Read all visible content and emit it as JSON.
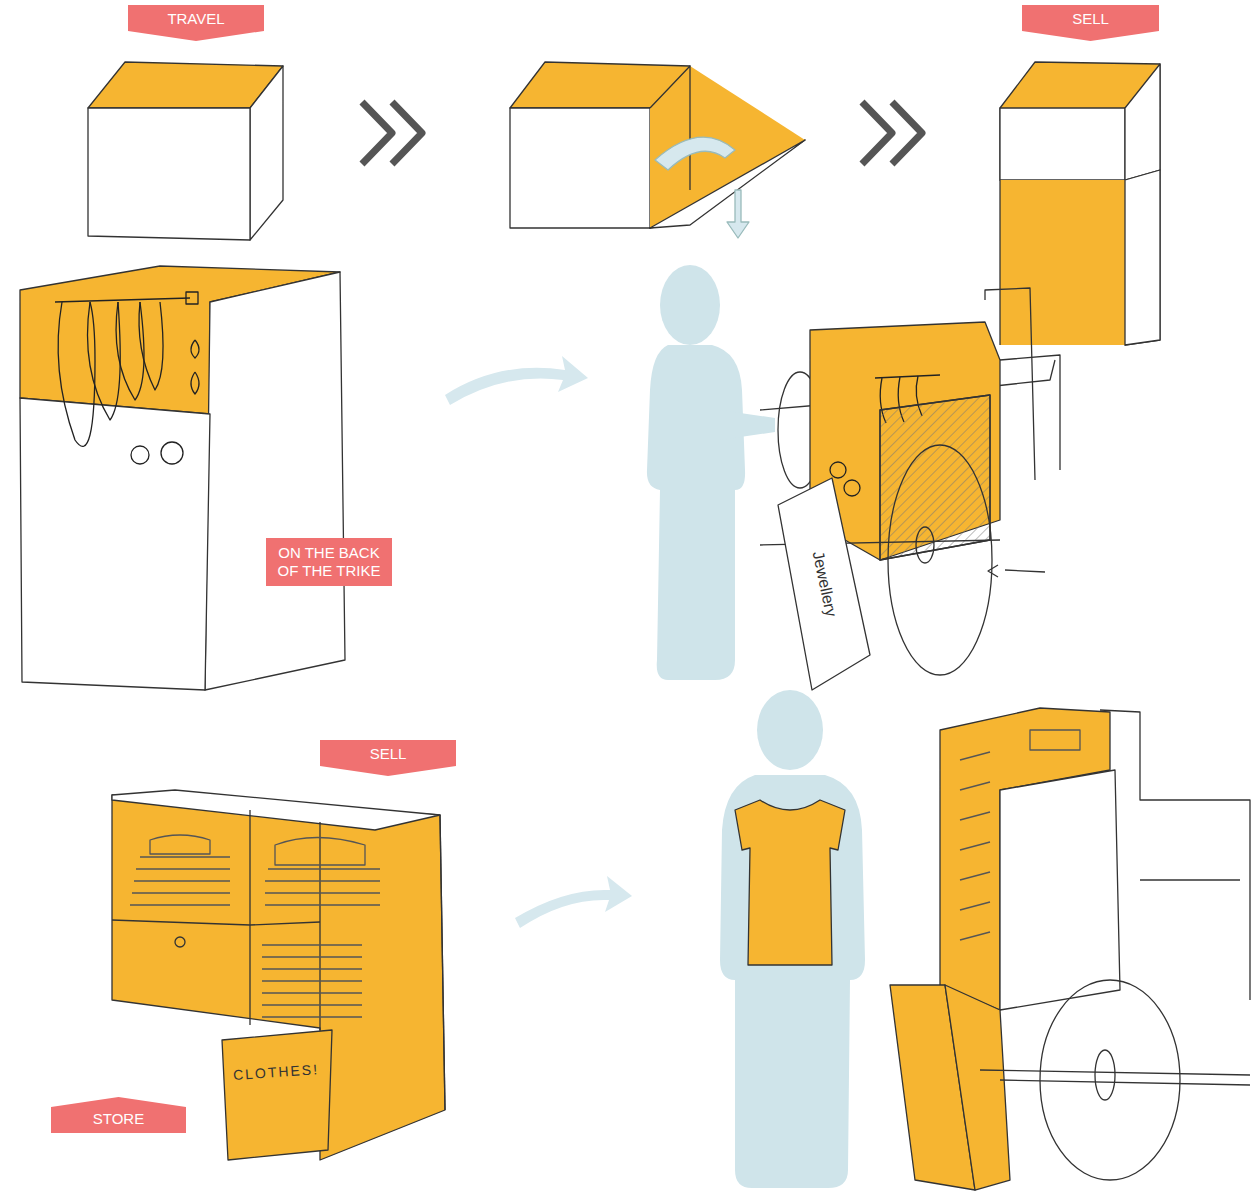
{
  "diagram": {
    "nodes": [
      {
        "text": [
          "TRAVEL"
        ]
      },
      {
        "text": [
          "SELL"
        ]
      },
      {
        "text": [
          "ON THE BACK OF THE TRIKE"
        ]
      },
      {
        "text": [
          "SELL"
        ]
      },
      {
        "text": [
          "STORE"
        ]
      }
    ],
    "labels": [
      "Jewellery",
      "CLOTHES!"
    ]
  }
}
